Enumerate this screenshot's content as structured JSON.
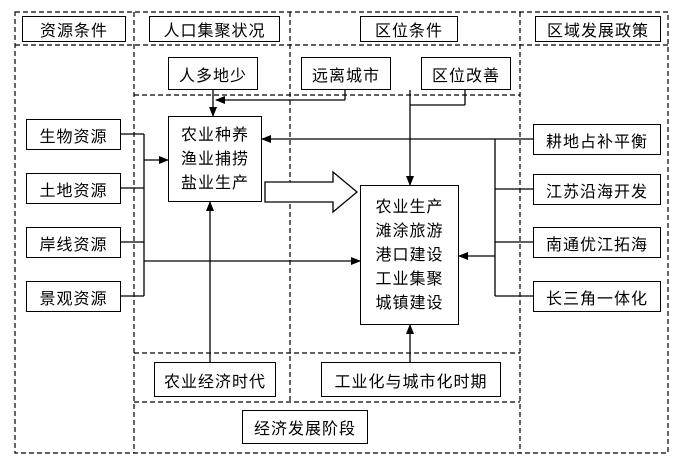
{
  "headers": {
    "resource": "资源条件",
    "population": "人口集聚状况",
    "location": "区位条件",
    "policy": "区域发展政策"
  },
  "population_box": "人多地少",
  "location_boxes": [
    "远离城市",
    "区位改善"
  ],
  "resources": [
    "生物资源",
    "土地资源",
    "岸线资源",
    "景观资源"
  ],
  "policies": [
    "耕地占补平衡",
    "江苏沿海开发",
    "南通优江拓海",
    "长三角一体化"
  ],
  "early_activities": [
    "农业种养",
    "渔业捕捞",
    "盐业生产"
  ],
  "late_activities": [
    "农业生产",
    "滩涂旅游",
    "港口建设",
    "工业集聚",
    "城镇建设"
  ],
  "eras": [
    "农业经济时代",
    "工业化与城市化时期"
  ],
  "economic_stage": "经济发展阶段"
}
